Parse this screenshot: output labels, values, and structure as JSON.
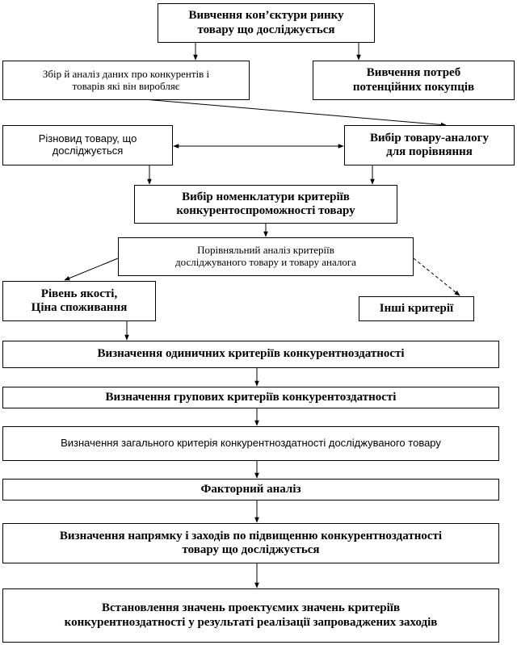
{
  "boxes": {
    "market_study": [
      "Вивчення кон’єктури ринку",
      "товару що досліджується"
    ],
    "competitor_data": [
      "Збір й аналіз даних про конкурентів і",
      "товарів які він виробляє"
    ],
    "buyer_needs": [
      "Вивчення потреб",
      "потенційних покупців"
    ],
    "product_variety": [
      "Різновид товару, що",
      "досліджується"
    ],
    "analog_choice": [
      "Вибір товару-аналогу",
      "для порівняння"
    ],
    "criteria_nomenclature": [
      "Вибір номенклатури критеріїв",
      "конкурентоспроможності товару"
    ],
    "comparative_analysis": [
      "Порівняльний аналіз критеріїв",
      "досліджуваного товару и товару аналога"
    ],
    "quality_level": [
      "Рівень якості,",
      "Ціна споживання"
    ],
    "other_criteria": [
      "Інші критерії"
    ],
    "single_criteria": [
      "Визначення одиничних критеріїв конкурентноздатності"
    ],
    "group_criteria": [
      "Визначення групових критеріїв конкурентоздатності"
    ],
    "general_criterion": [
      "Визначення загального критерія конкурентноздатності досліджуваного товару"
    ],
    "factor_analysis": [
      "Факторний аналіз"
    ],
    "direction_measures": [
      "Визначення напрямку і заходів по підвищенню конкурентноздатності",
      "товару що досліджується"
    ],
    "projected_values": [
      "Встановлення значень проектуємих значень критеріїв",
      "конкурентноздатності у результаті реалізації запроваджених заходів"
    ]
  }
}
